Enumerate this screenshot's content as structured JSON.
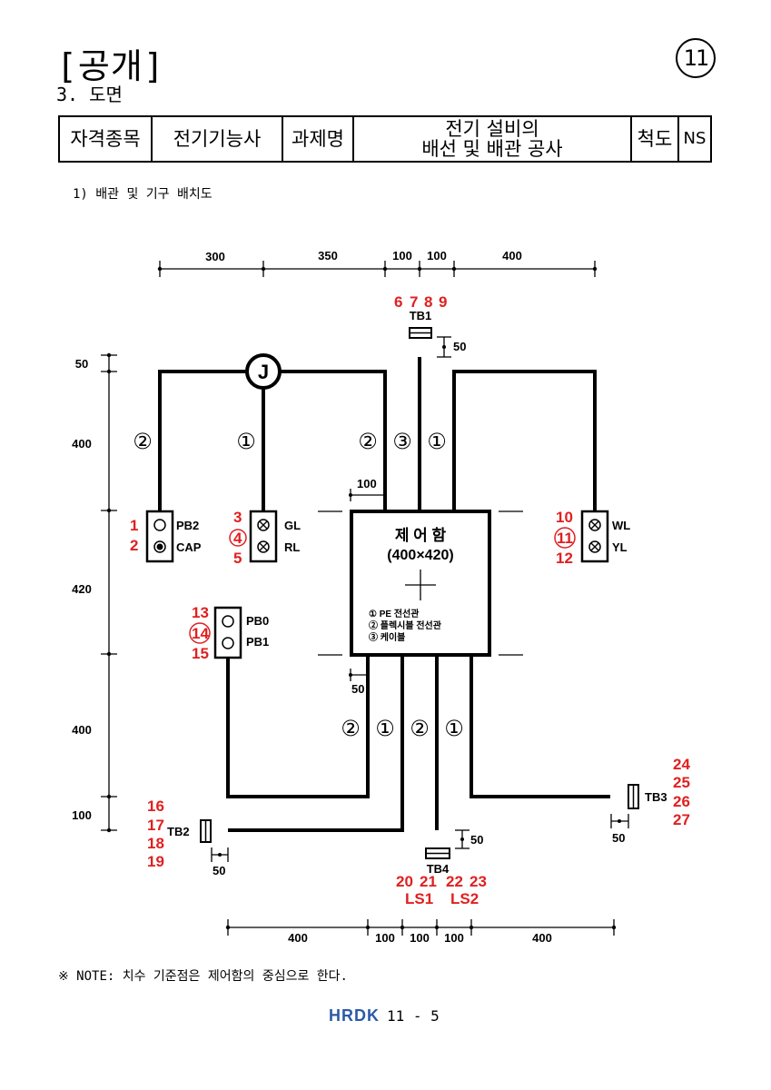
{
  "header": {
    "title": "[공개]",
    "subtitle": "3. 도면",
    "badge": "11"
  },
  "info_table": {
    "label_qualification": "자격종목",
    "qualification": "전기기능사",
    "label_task": "과제명",
    "task_line1": "전기 설비의",
    "task_line2": "배선 및 배관 공사",
    "label_scale": "척도",
    "scale": "NS"
  },
  "section_title": "1) 배관 및 기구 배치도",
  "diagram": {
    "dim_top": [
      "300",
      "350",
      "100",
      "100",
      "400"
    ],
    "dim_bottom": [
      "400",
      "100",
      "100",
      "100",
      "400"
    ],
    "dim_left": [
      "50",
      "400",
      "420",
      "400",
      "100"
    ],
    "small_dims": {
      "tb1": "50",
      "box_top": "100",
      "box_bottom": "50",
      "tb2": "50",
      "tb3": "50",
      "tb4": "50"
    },
    "junction": "J",
    "control_box": {
      "title": "제 어 함",
      "size": "(400×420)",
      "legend": [
        "① PE 전선관",
        "② 플렉시블 전선관",
        "③ 케이블"
      ]
    },
    "terminal_blocks": {
      "tb1": "TB1",
      "tb2": "TB2",
      "tb3": "TB3",
      "tb4": "TB4"
    },
    "devices": {
      "pb2": "PB2",
      "cap": "CAP",
      "gl": "GL",
      "rl": "RL",
      "pb0": "PB0",
      "pb1": "PB1",
      "wl": "WL",
      "yl": "YL"
    },
    "pipe_marks": {
      "upper": [
        "②",
        "①",
        "②",
        "③",
        "①"
      ],
      "lower": [
        "②",
        "①",
        "②",
        "①"
      ]
    },
    "red_numbers": {
      "tb1": [
        "6",
        "7",
        "8",
        "9"
      ],
      "pb": [
        "1",
        "2"
      ],
      "lamps": [
        "3",
        "4",
        "5"
      ],
      "right_lamps": [
        "10",
        "11",
        "12"
      ],
      "pb01": [
        "13",
        "14",
        "15"
      ],
      "tb2": [
        "16",
        "17",
        "18",
        "19"
      ],
      "tb3": [
        "24",
        "25",
        "26",
        "27"
      ],
      "tb4": [
        "20",
        "21",
        "22",
        "23"
      ],
      "ls": [
        "LS1",
        "LS2"
      ]
    },
    "red_color": "#e02020"
  },
  "note": "※ NOTE: 치수 기준점은 제어함의 중심으로 한다.",
  "footer": {
    "logo": "HRDK",
    "page": "11 - 5"
  }
}
